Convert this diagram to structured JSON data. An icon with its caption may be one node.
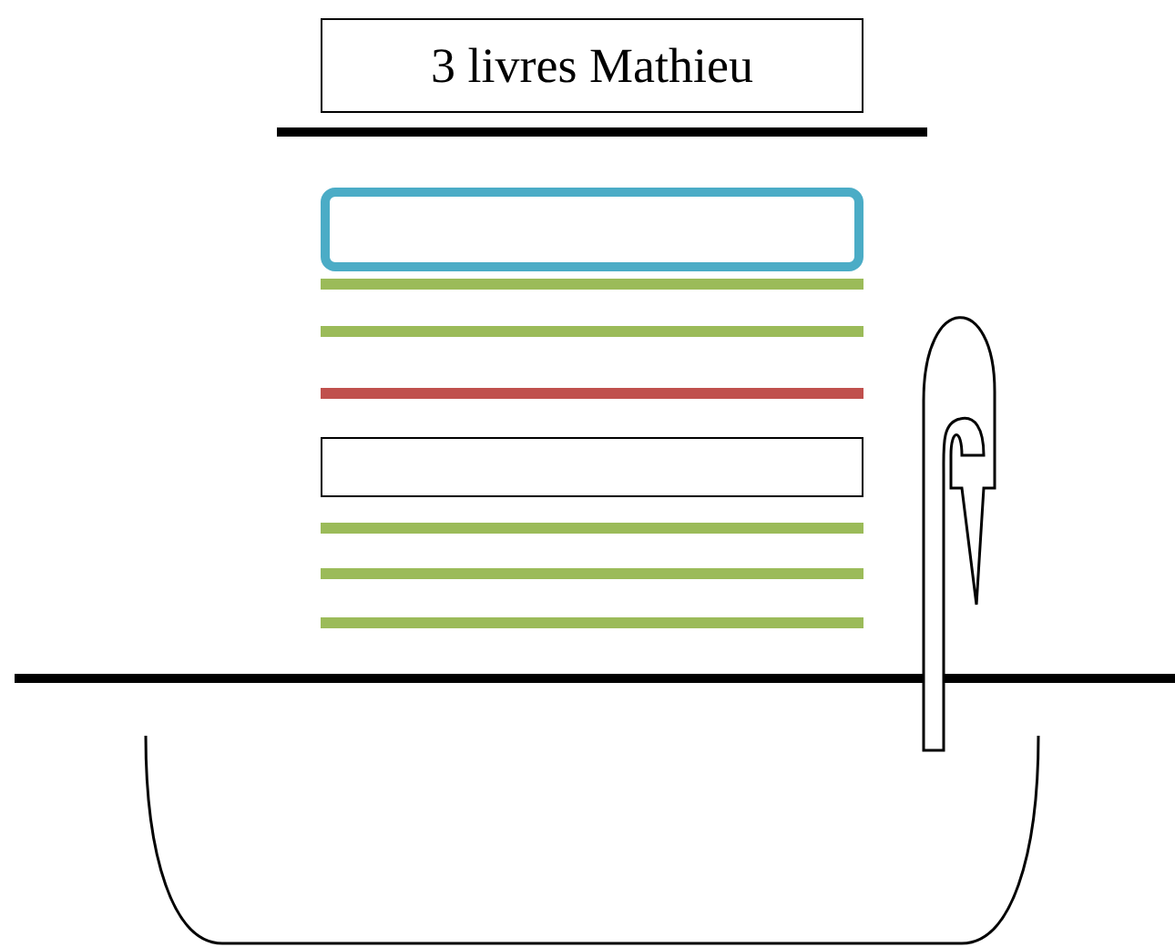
{
  "diagram": {
    "nodes": [
      {
        "text": [
          "3 livres Mathieu"
        ]
      },
      {
        "text": [],
        "shape": "box"
      },
      {
        "text": [],
        "shape": "box"
      }
    ]
  }
}
